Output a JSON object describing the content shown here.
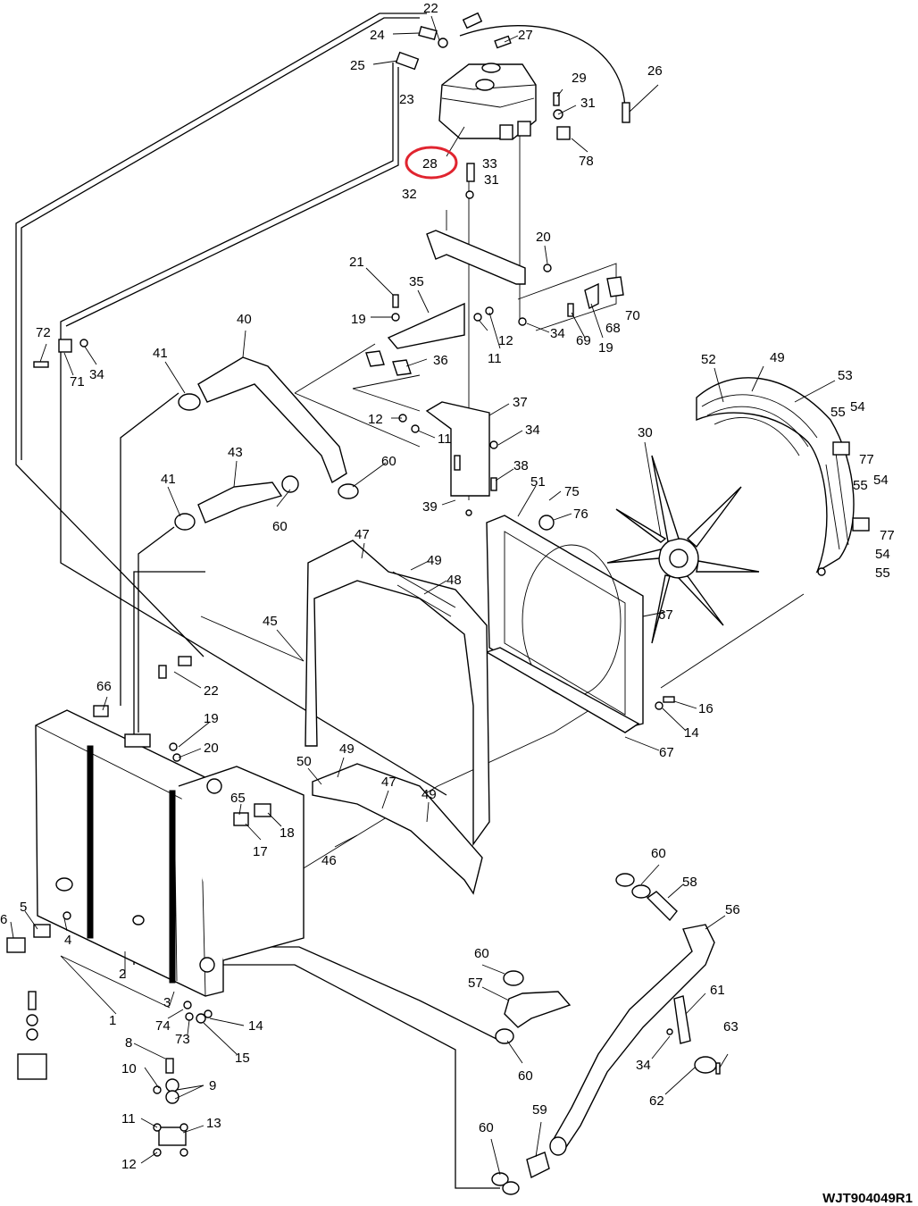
{
  "drawing_code": "WJT904049R1",
  "highlight": {
    "label": "28",
    "color": "#e0242f"
  },
  "callouts": [
    {
      "id": "c22a",
      "text": "22"
    },
    {
      "id": "c24",
      "text": "24"
    },
    {
      "id": "c27",
      "text": "27"
    },
    {
      "id": "c25",
      "text": "25"
    },
    {
      "id": "c26",
      "text": "26"
    },
    {
      "id": "c29",
      "text": "29"
    },
    {
      "id": "c31a",
      "text": "31"
    },
    {
      "id": "c23",
      "text": "23"
    },
    {
      "id": "c78",
      "text": "78"
    },
    {
      "id": "c28",
      "text": "28"
    },
    {
      "id": "c33",
      "text": "33"
    },
    {
      "id": "c31b",
      "text": "31"
    },
    {
      "id": "c32",
      "text": "32"
    },
    {
      "id": "c20a",
      "text": "20"
    },
    {
      "id": "c21",
      "text": "21"
    },
    {
      "id": "c35",
      "text": "35"
    },
    {
      "id": "c19a",
      "text": "19"
    },
    {
      "id": "c12a",
      "text": "12"
    },
    {
      "id": "c11a",
      "text": "11"
    },
    {
      "id": "c34a",
      "text": "34"
    },
    {
      "id": "c69",
      "text": "69"
    },
    {
      "id": "c19b",
      "text": "19"
    },
    {
      "id": "c68",
      "text": "68"
    },
    {
      "id": "c70",
      "text": "70"
    },
    {
      "id": "c72",
      "text": "72"
    },
    {
      "id": "c71",
      "text": "71"
    },
    {
      "id": "c34b",
      "text": "34"
    },
    {
      "id": "c40",
      "text": "40"
    },
    {
      "id": "c41a",
      "text": "41"
    },
    {
      "id": "c36",
      "text": "36"
    },
    {
      "id": "c37",
      "text": "37"
    },
    {
      "id": "c12b",
      "text": "12"
    },
    {
      "id": "c11b",
      "text": "11"
    },
    {
      "id": "c34c",
      "text": "34"
    },
    {
      "id": "c52",
      "text": "52"
    },
    {
      "id": "c49a",
      "text": "49"
    },
    {
      "id": "c53",
      "text": "53"
    },
    {
      "id": "c55a",
      "text": "55"
    },
    {
      "id": "c54a",
      "text": "54"
    },
    {
      "id": "c77a",
      "text": "77"
    },
    {
      "id": "c30",
      "text": "30"
    },
    {
      "id": "c43",
      "text": "43"
    },
    {
      "id": "c60a",
      "text": "60"
    },
    {
      "id": "c38",
      "text": "38"
    },
    {
      "id": "c41b",
      "text": "41"
    },
    {
      "id": "c39",
      "text": "39"
    },
    {
      "id": "c51",
      "text": "51"
    },
    {
      "id": "c75",
      "text": "75"
    },
    {
      "id": "c76",
      "text": "76"
    },
    {
      "id": "c55b",
      "text": "55"
    },
    {
      "id": "c54b",
      "text": "54"
    },
    {
      "id": "c77b",
      "text": "77"
    },
    {
      "id": "c60b",
      "text": "60"
    },
    {
      "id": "c47a",
      "text": "47"
    },
    {
      "id": "c49b",
      "text": "49"
    },
    {
      "id": "c48",
      "text": "48"
    },
    {
      "id": "c54c",
      "text": "54"
    },
    {
      "id": "c55c",
      "text": "55"
    },
    {
      "id": "c45",
      "text": "45"
    },
    {
      "id": "c67a",
      "text": "67"
    },
    {
      "id": "c66",
      "text": "66"
    },
    {
      "id": "c22b",
      "text": "22"
    },
    {
      "id": "c16",
      "text": "16"
    },
    {
      "id": "c14a",
      "text": "14"
    },
    {
      "id": "c19c",
      "text": "19"
    },
    {
      "id": "c20b",
      "text": "20"
    },
    {
      "id": "c67b",
      "text": "67"
    },
    {
      "id": "c49c",
      "text": "49"
    },
    {
      "id": "c50",
      "text": "50"
    },
    {
      "id": "c65",
      "text": "65"
    },
    {
      "id": "c18",
      "text": "18"
    },
    {
      "id": "c47b",
      "text": "47"
    },
    {
      "id": "c17",
      "text": "17"
    },
    {
      "id": "c49d",
      "text": "49"
    },
    {
      "id": "c46",
      "text": "46"
    },
    {
      "id": "c60c",
      "text": "60"
    },
    {
      "id": "c58",
      "text": "58"
    },
    {
      "id": "c56",
      "text": "56"
    },
    {
      "id": "c5",
      "text": "5"
    },
    {
      "id": "c6",
      "text": "6"
    },
    {
      "id": "c4",
      "text": "4"
    },
    {
      "id": "c60d",
      "text": "60"
    },
    {
      "id": "c57",
      "text": "57"
    },
    {
      "id": "c2",
      "text": "2"
    },
    {
      "id": "c61",
      "text": "61"
    },
    {
      "id": "c3",
      "text": "3"
    },
    {
      "id": "c1",
      "text": "1"
    },
    {
      "id": "c74",
      "text": "74"
    },
    {
      "id": "c14b",
      "text": "14"
    },
    {
      "id": "c73",
      "text": "73"
    },
    {
      "id": "c63",
      "text": "63"
    },
    {
      "id": "c60e",
      "text": "60"
    },
    {
      "id": "c34d",
      "text": "34"
    },
    {
      "id": "c15",
      "text": "15"
    },
    {
      "id": "c8",
      "text": "8"
    },
    {
      "id": "c62",
      "text": "62"
    },
    {
      "id": "c10",
      "text": "10"
    },
    {
      "id": "c9",
      "text": "9"
    },
    {
      "id": "c11c",
      "text": "11"
    },
    {
      "id": "c13",
      "text": "13"
    },
    {
      "id": "c59",
      "text": "59"
    },
    {
      "id": "c60f",
      "text": "60"
    },
    {
      "id": "c12c",
      "text": "12"
    }
  ]
}
